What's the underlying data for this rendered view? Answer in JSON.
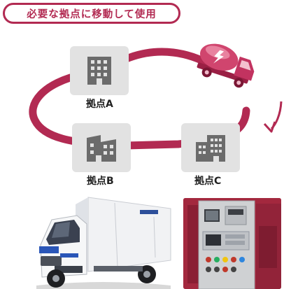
{
  "header": {
    "title": "必要な拠点に移動して使用"
  },
  "bases": [
    {
      "label": "拠点A"
    },
    {
      "label": "拠点B"
    },
    {
      "label": "拠点C"
    }
  ],
  "colors": {
    "accent": "#b22a52",
    "tile": "#e2e2e2",
    "building": "#6b6b6b",
    "text": "#222222"
  },
  "icons": {
    "building": "office-building-icon",
    "tanker": "tanker-truck-icon",
    "arrow": "cycle-arrow-icon"
  }
}
